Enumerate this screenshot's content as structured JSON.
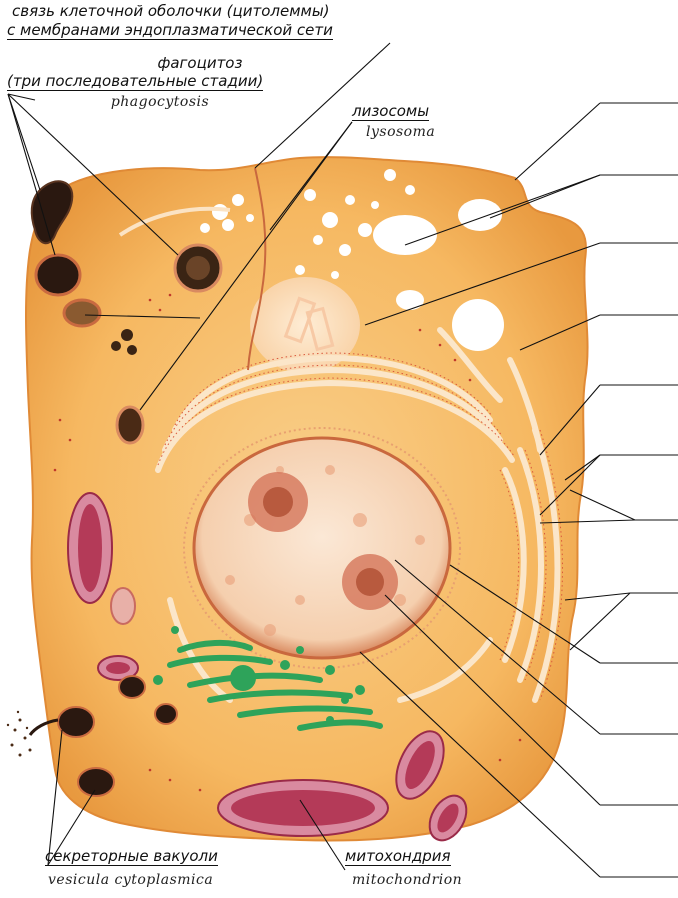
{
  "labels": {
    "junction": {
      "line1": "связь клеточной оболочки (цитолеммы)",
      "line2": "с мембранами эндоплазматической сети"
    },
    "phagocytosis": {
      "ru": "фагоцитоз",
      "ru_sub": "(три последовательные стадии)",
      "la": "phagocytosis"
    },
    "lysosomes": {
      "ru": "лизосомы",
      "la": "lysosoma"
    },
    "secretory_vacuoles": {
      "ru": "секреторные вакуоли",
      "la": "vesicula cytoplasmica"
    },
    "mitochondria": {
      "ru": "митохондрия",
      "la": "mitochondrion"
    }
  },
  "colors": {
    "cytoplasm": "#f6b861",
    "cytoplasm_edge": "#e59a3f",
    "nucleus": "#f9dcc2",
    "nucleolus": "#c9684a",
    "mito_outer": "#d98aa0",
    "mito_inner": "#b43a58",
    "golgi": "#2ea35a",
    "lysosome": "#4a2a15",
    "ribosome_dots": "#c0392b",
    "er_membrane": "#fbe3c4"
  }
}
